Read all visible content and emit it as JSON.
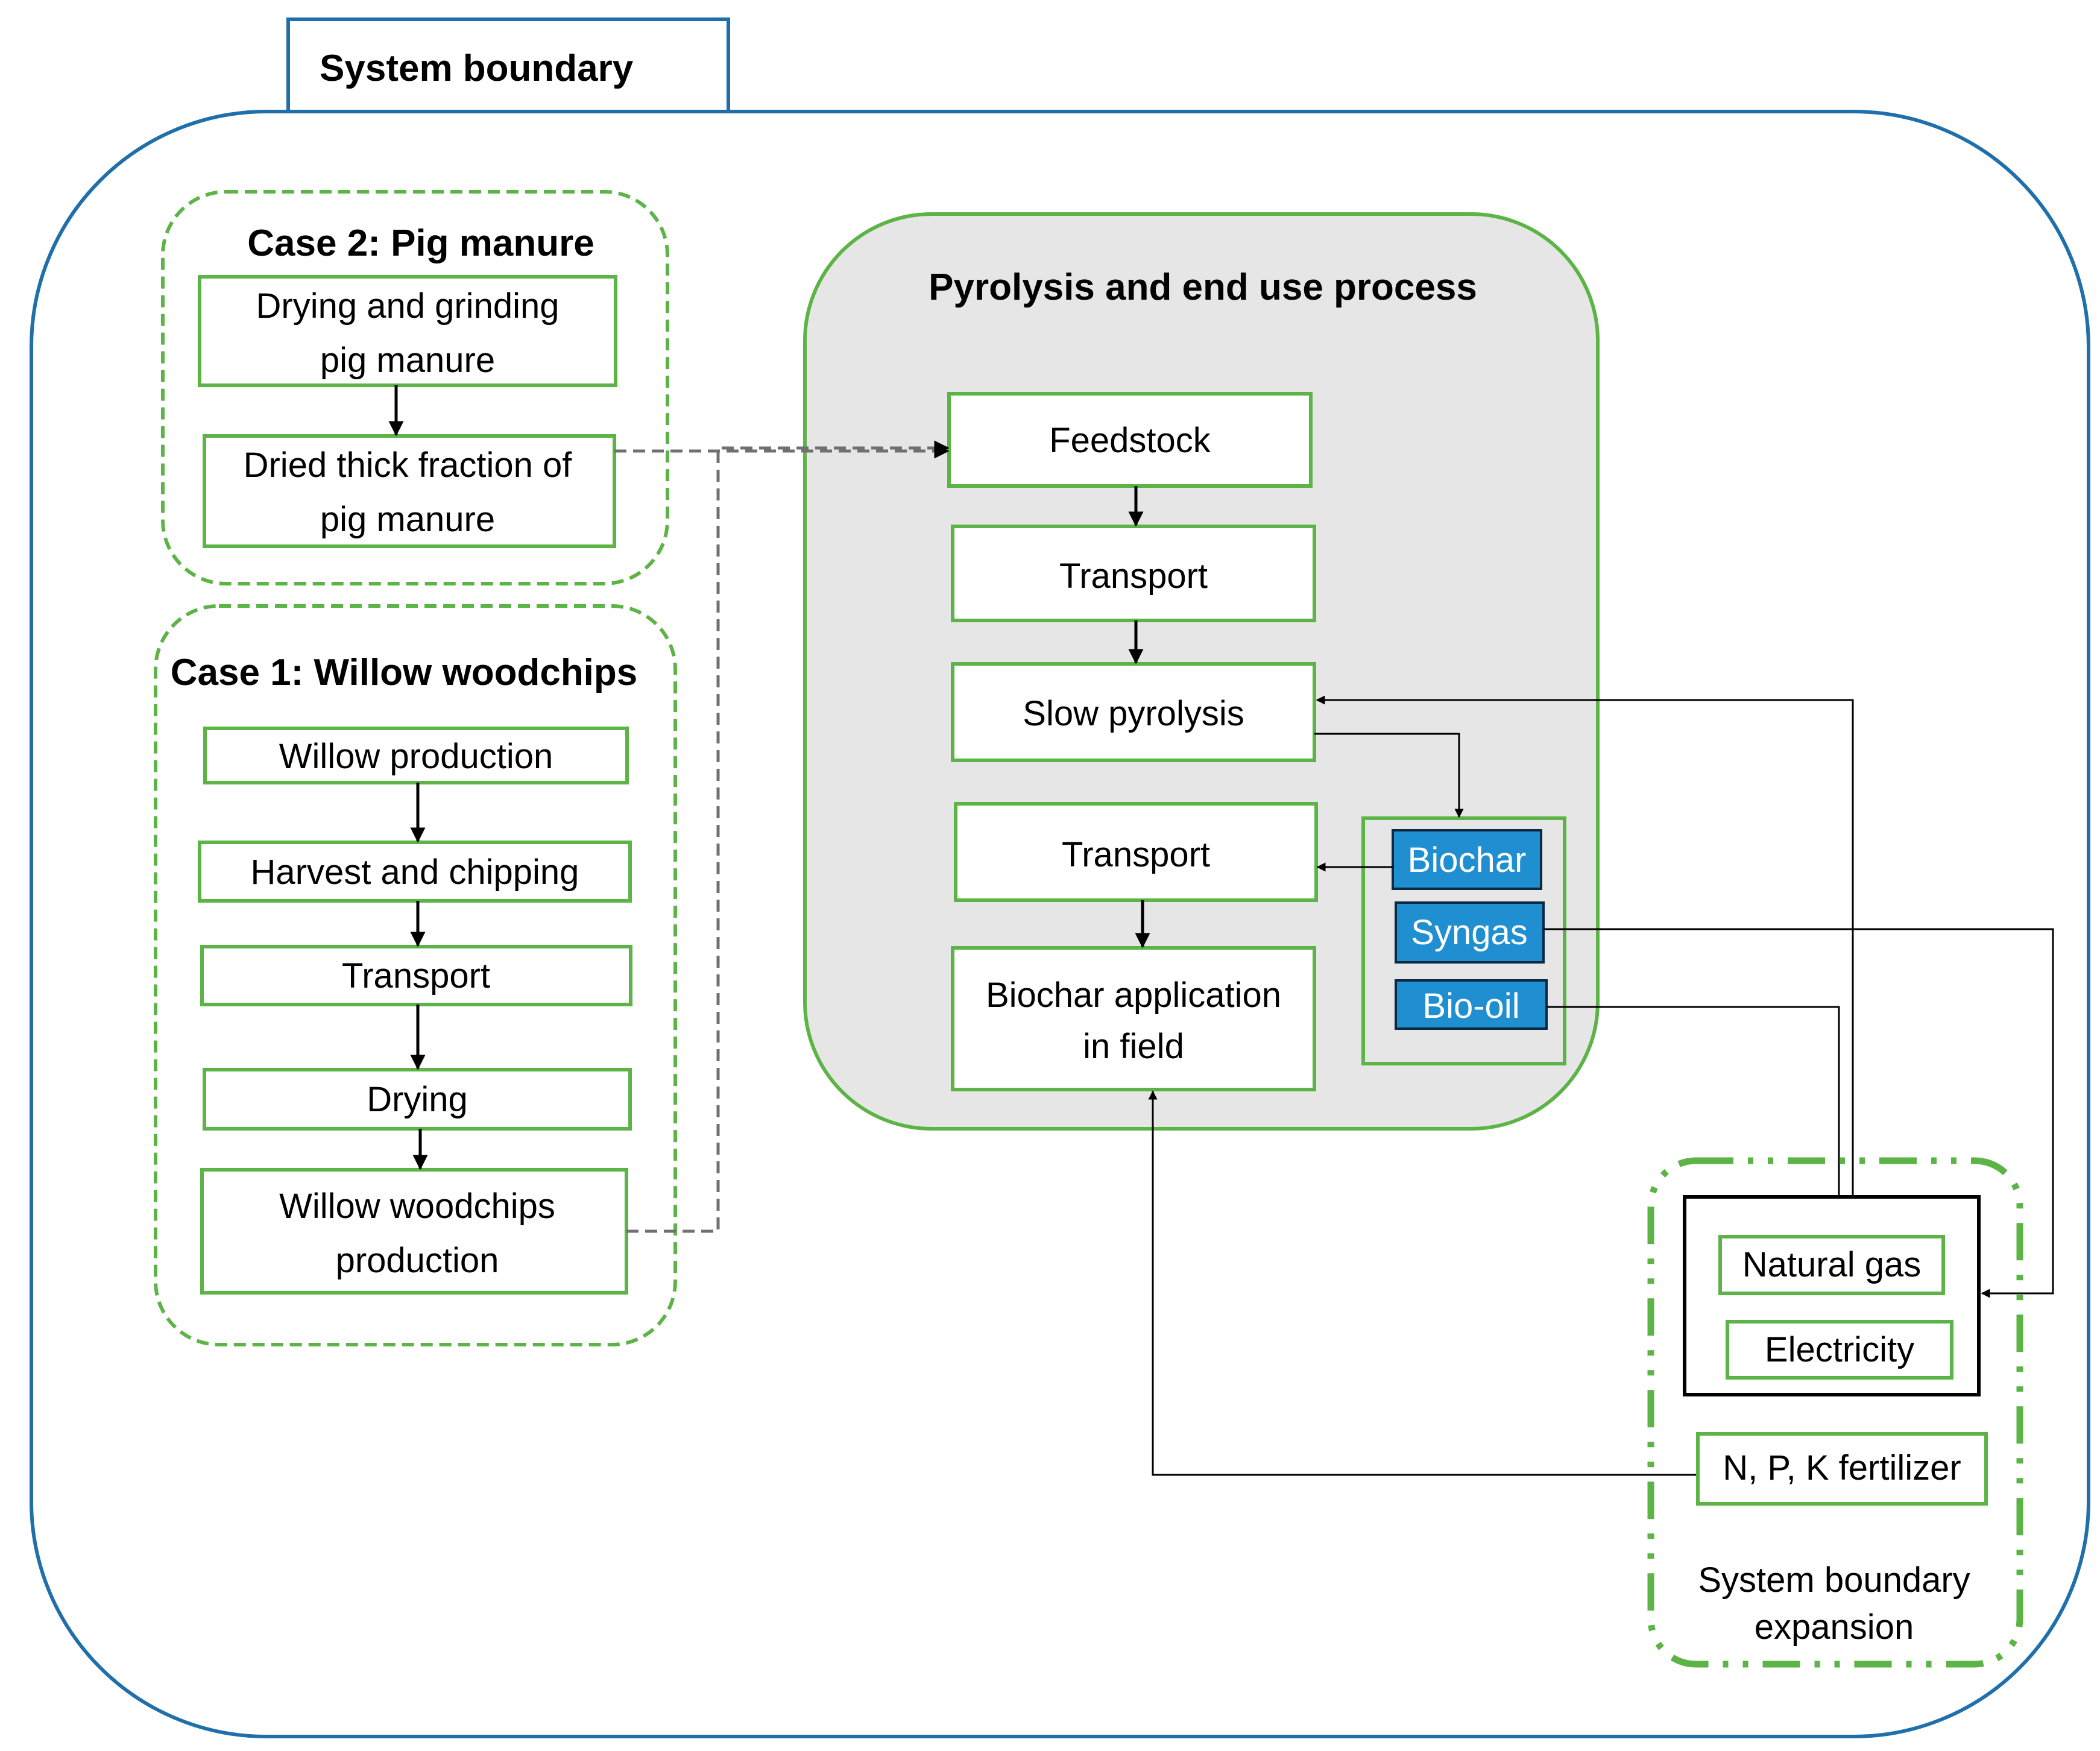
{
  "colors": {
    "boundary_blue": "#1f6fab",
    "process_green": "#5cb346",
    "output_blue": "#1f8fd2",
    "panel_gray": "#e6e6e6",
    "arrow": "#000000",
    "dashed_arrow": "#707070"
  },
  "system_boundary": {
    "label": "System boundary"
  },
  "case2": {
    "title": "Case 2: Pig manure",
    "step1": [
      "Drying and grinding",
      "pig manure"
    ],
    "step2": [
      "Dried thick fraction of",
      "pig manure"
    ]
  },
  "case1": {
    "title": "Case 1: Willow woodchips",
    "step1": "Willow production",
    "step2": "Harvest and chipping",
    "step3": "Transport",
    "step4": "Drying",
    "step5": [
      "Willow woodchips",
      "production"
    ]
  },
  "pyrolysis": {
    "title": "Pyrolysis and end use process",
    "feedstock": "Feedstock",
    "transport1": "Transport",
    "slow_pyrolysis": "Slow pyrolysis",
    "transport2": "Transport",
    "application": [
      "Biochar application",
      "in field"
    ]
  },
  "outputs": {
    "biochar": "Biochar",
    "syngas": "Syngas",
    "bio_oil": "Bio-oil"
  },
  "expansion": {
    "natural_gas": "Natural gas",
    "electricity": "Electricity",
    "fertilizer": "N, P, K fertilizer",
    "label": [
      "System boundary",
      "expansion"
    ]
  }
}
